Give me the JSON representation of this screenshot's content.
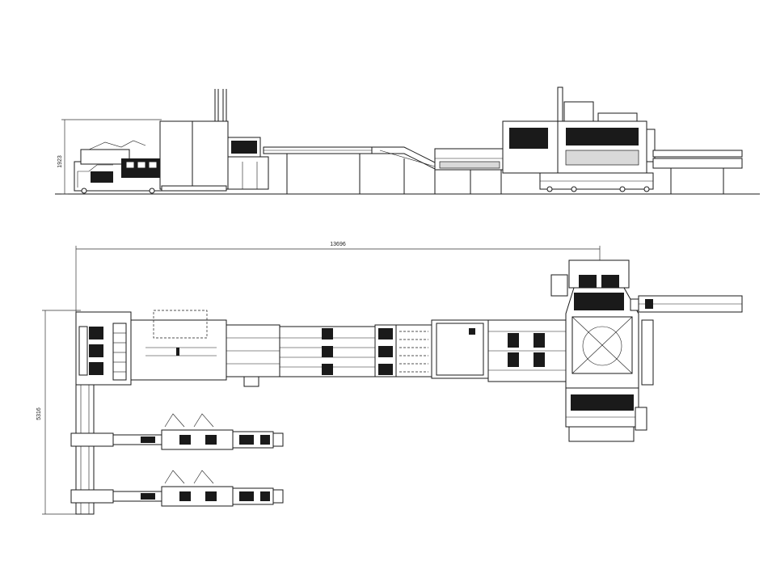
{
  "dimensions": {
    "side_height": "1923",
    "plan_length": "13696",
    "plan_width": "5316"
  }
}
